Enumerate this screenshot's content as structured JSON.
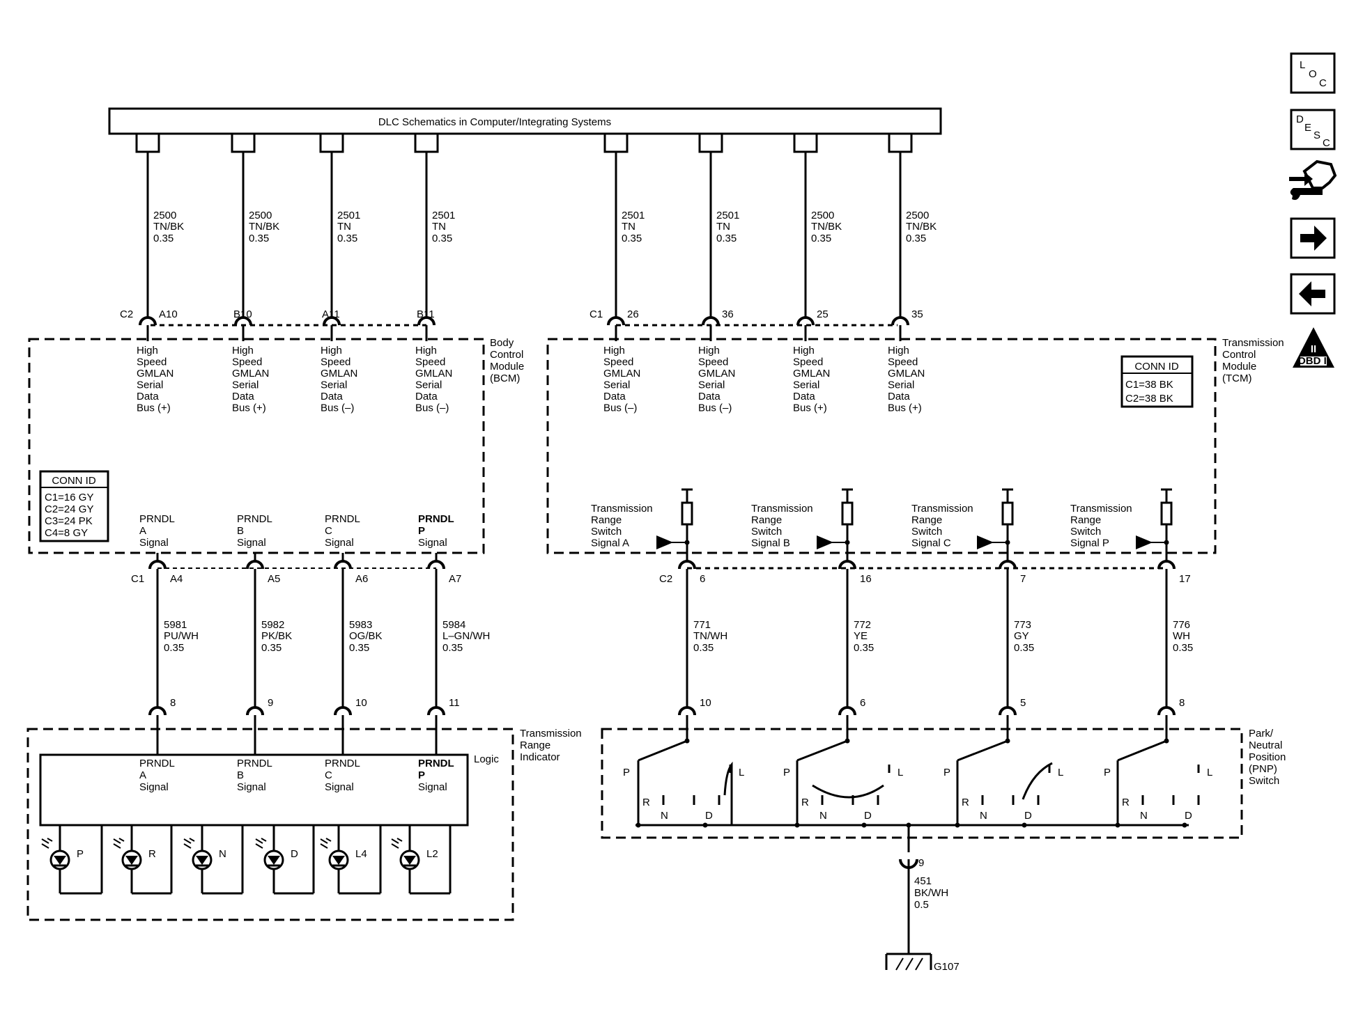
{
  "header_bar": "DLC Schematics in Computer/Integrating Systems",
  "top_wires": [
    {
      "circuit": "2500",
      "color": "TN/BK",
      "gauge": "0.35"
    },
    {
      "circuit": "2500",
      "color": "TN/BK",
      "gauge": "0.35"
    },
    {
      "circuit": "2501",
      "color": "TN",
      "gauge": "0.35"
    },
    {
      "circuit": "2501",
      "color": "TN",
      "gauge": "0.35"
    },
    {
      "circuit": "2501",
      "color": "TN",
      "gauge": "0.35"
    },
    {
      "circuit": "2501",
      "color": "TN",
      "gauge": "0.35"
    },
    {
      "circuit": "2500",
      "color": "TN/BK",
      "gauge": "0.35"
    },
    {
      "circuit": "2500",
      "color": "TN/BK",
      "gauge": "0.35"
    }
  ],
  "bcm": {
    "name": [
      "Body",
      "Control",
      "Module",
      "(BCM)"
    ],
    "top_connector": "C2",
    "top_pins": [
      "A10",
      "B10",
      "A11",
      "B11"
    ],
    "gmlan_labels": [
      [
        "High",
        "Speed",
        "GMLAN",
        "Serial",
        "Data",
        "Bus (+)"
      ],
      [
        "High",
        "Speed",
        "GMLAN",
        "Serial",
        "Data",
        "Bus (+)"
      ],
      [
        "High",
        "Speed",
        "GMLAN",
        "Serial",
        "Data",
        "Bus (–)"
      ],
      [
        "High",
        "Speed",
        "GMLAN",
        "Serial",
        "Data",
        "Bus (–)"
      ]
    ],
    "conn_id_title": "CONN ID",
    "conn_ids": [
      "C1=16 GY",
      "C2=24 GY",
      "C3=24 PK",
      "C4=8 GY"
    ],
    "prndl_labels": [
      [
        "PRNDL",
        "A",
        "Signal"
      ],
      [
        "PRNDL",
        "B",
        "Signal"
      ],
      [
        "PRNDL",
        "C",
        "Signal"
      ],
      [
        "PRNDL",
        "P",
        "Signal"
      ]
    ],
    "bottom_connector": "C1",
    "bottom_pins": [
      "A4",
      "A5",
      "A6",
      "A7"
    ]
  },
  "tcm": {
    "name": [
      "Transmission",
      "Control",
      "Module",
      "(TCM)"
    ],
    "top_connector": "C1",
    "top_pins": [
      "26",
      "36",
      "25",
      "35"
    ],
    "gmlan_labels": [
      [
        "High",
        "Speed",
        "GMLAN",
        "Serial",
        "Data",
        "Bus (–)"
      ],
      [
        "High",
        "Speed",
        "GMLAN",
        "Serial",
        "Data",
        "Bus (–)"
      ],
      [
        "High",
        "Speed",
        "GMLAN",
        "Serial",
        "Data",
        "Bus (+)"
      ],
      [
        "High",
        "Speed",
        "GMLAN",
        "Serial",
        "Data",
        "Bus (+)"
      ]
    ],
    "conn_id_title": "CONN ID",
    "conn_ids": [
      "C1=38 BK",
      "C2=38 BK"
    ],
    "range_labels": [
      [
        "Transmission",
        "Range",
        "Switch",
        "Signal A"
      ],
      [
        "Transmission",
        "Range",
        "Switch",
        "Signal B"
      ],
      [
        "Transmission",
        "Range",
        "Switch",
        "Signal C"
      ],
      [
        "Transmission",
        "Range",
        "Switch",
        "Signal P"
      ]
    ],
    "bottom_connector": "C2",
    "bottom_pins": [
      "6",
      "16",
      "7",
      "17"
    ]
  },
  "left_mid_wires": [
    {
      "circuit": "5981",
      "color": "PU/WH",
      "gauge": "0.35"
    },
    {
      "circuit": "5982",
      "color": "PK/BK",
      "gauge": "0.35"
    },
    {
      "circuit": "5983",
      "color": "OG/BK",
      "gauge": "0.35"
    },
    {
      "circuit": "5984",
      "color": "L–GN/WH",
      "gauge": "0.35"
    }
  ],
  "right_mid_wires": [
    {
      "circuit": "771",
      "color": "TN/WH",
      "gauge": "0.35"
    },
    {
      "circuit": "772",
      "color": "YE",
      "gauge": "0.35"
    },
    {
      "circuit": "773",
      "color": "GY",
      "gauge": "0.35"
    },
    {
      "circuit": "776",
      "color": "WH",
      "gauge": "0.35"
    }
  ],
  "tri": {
    "name": [
      "Transmission",
      "Range",
      "Indicator"
    ],
    "pins": [
      "8",
      "9",
      "10",
      "11"
    ],
    "logic_label": "Logic",
    "prndl_labels": [
      [
        "PRNDL",
        "A",
        "Signal"
      ],
      [
        "PRNDL",
        "B",
        "Signal"
      ],
      [
        "PRNDL",
        "C",
        "Signal"
      ],
      [
        "PRNDL",
        "P",
        "Signal"
      ]
    ],
    "leds": [
      "P",
      "R",
      "N",
      "D",
      "L4",
      "L2"
    ]
  },
  "pnp": {
    "name": [
      "Park/",
      "Neutral",
      "Position",
      "(PNP)",
      "Switch"
    ],
    "pins": [
      "10",
      "6",
      "5",
      "8"
    ],
    "switch_letters": [
      "P",
      "R",
      "N",
      "D",
      "L"
    ],
    "ground_pin": "9"
  },
  "ground_wire": {
    "circuit": "451",
    "color": "BK/WH",
    "gauge": "0.5"
  },
  "ground_label": "G107",
  "nav": {
    "loc": [
      "L",
      "O",
      "C"
    ],
    "desc": [
      "D",
      "E",
      "S",
      "C"
    ],
    "obd": "OBD II",
    "obd_numeral": "II"
  },
  "colors": {
    "ink": "#000000",
    "paper": "#ffffff"
  }
}
